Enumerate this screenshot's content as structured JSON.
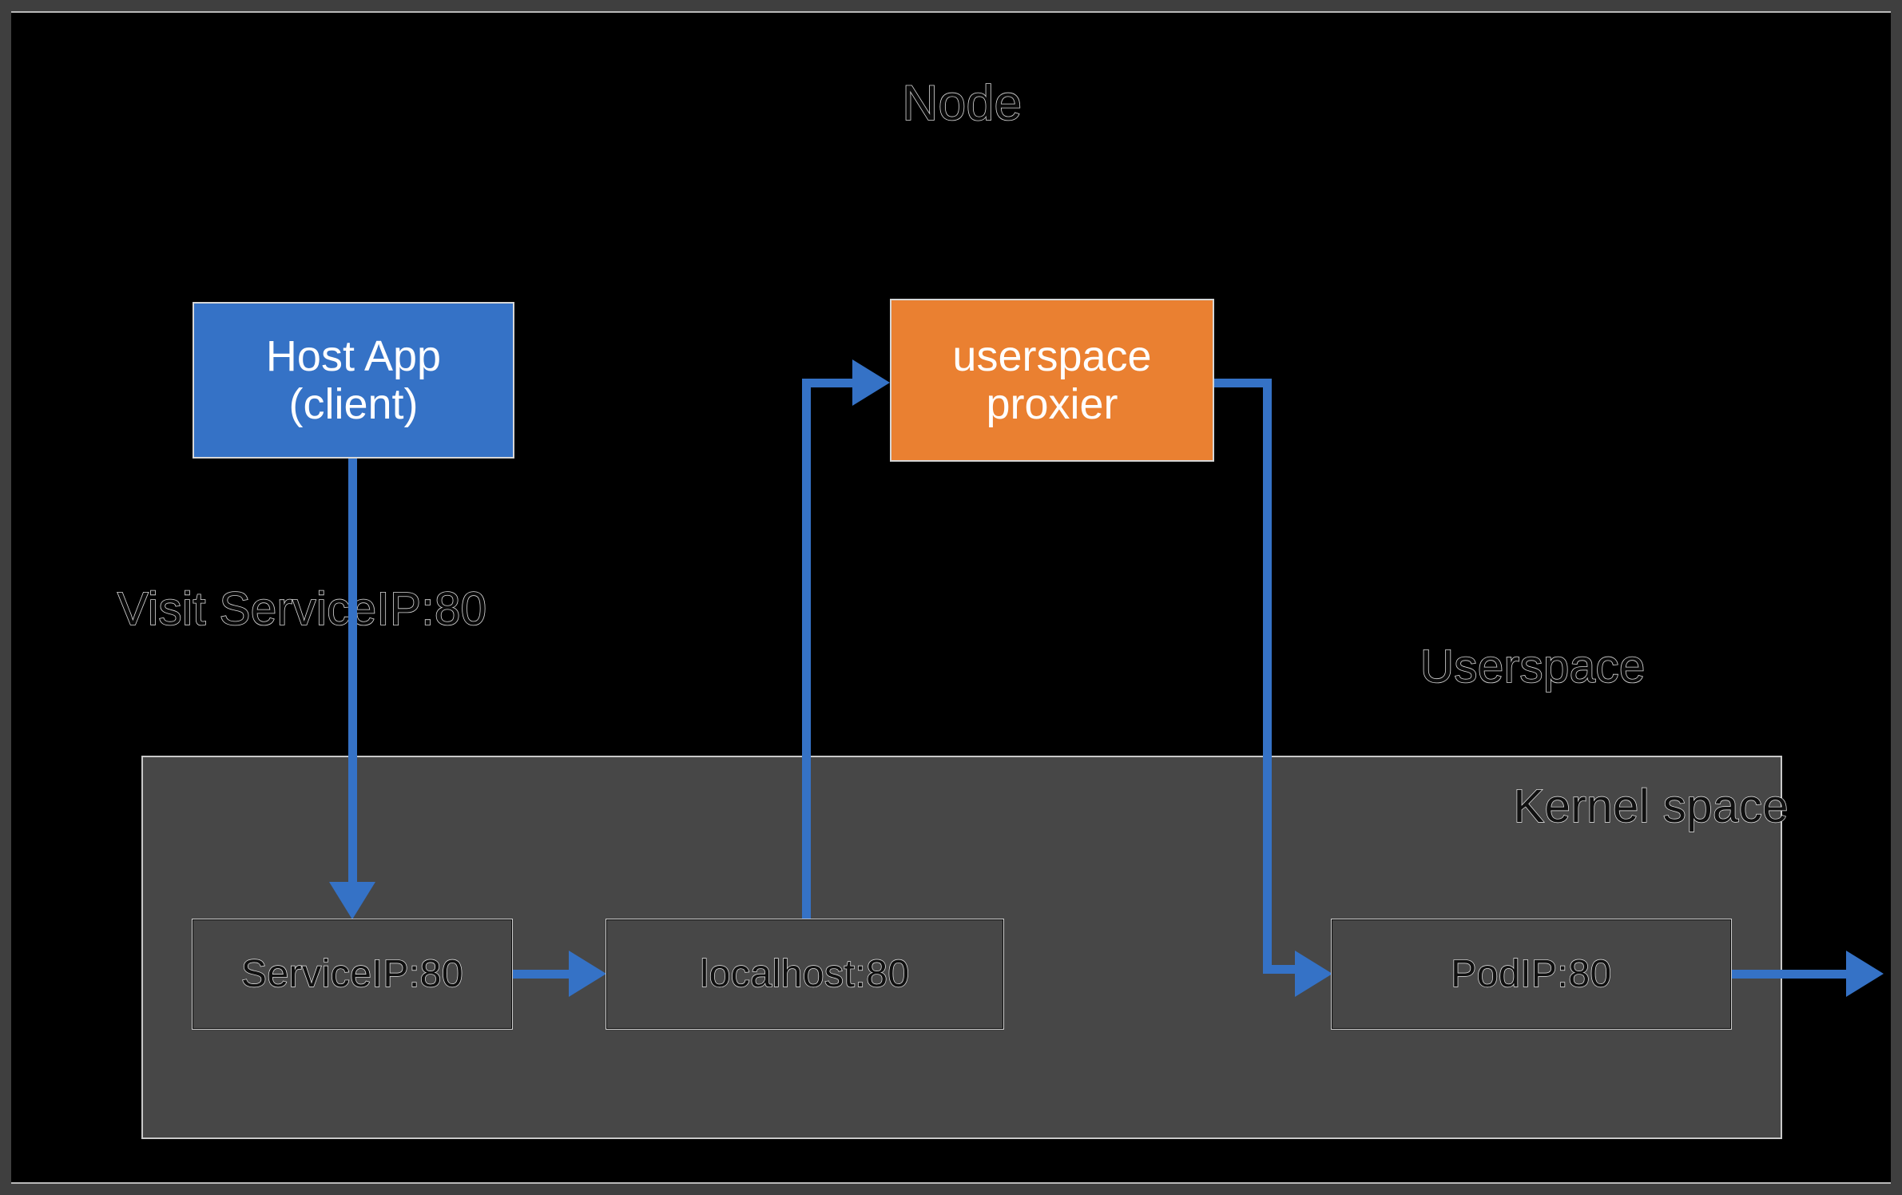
{
  "diagram": {
    "title": "Node",
    "type": "kubernetes-userspace-proxy-mode",
    "labels": {
      "visit": "Visit ServiceIP:80",
      "userspace": "Userspace",
      "kernel_space": "Kernel space"
    },
    "nodes": [
      {
        "id": "host-app",
        "label": "Host App\n(client)",
        "line1": "Host App",
        "line2": "(client)",
        "fill": "#3572c6",
        "zone": "userspace"
      },
      {
        "id": "proxier",
        "label": "userspace\nproxier",
        "line1": "userspace",
        "line2": "proxier",
        "fill": "#ea8031",
        "zone": "userspace"
      },
      {
        "id": "serviceip",
        "label": "ServiceIP:80",
        "fill": "#474747",
        "zone": "kernel"
      },
      {
        "id": "localhost",
        "label": "localhost:80",
        "fill": "#474747",
        "zone": "kernel"
      },
      {
        "id": "podip",
        "label": "PodIP:80",
        "fill": "#474747",
        "zone": "kernel"
      }
    ],
    "edges": [
      {
        "from": "host-app",
        "to": "serviceip",
        "style": "arrow-down"
      },
      {
        "from": "serviceip",
        "to": "localhost",
        "style": "arrow-right"
      },
      {
        "from": "localhost",
        "to": "proxier",
        "style": "arrow-up-right"
      },
      {
        "from": "proxier",
        "to": "podip",
        "style": "arrow-down-right"
      },
      {
        "from": "podip",
        "to": "external",
        "style": "arrow-right"
      }
    ],
    "colors": {
      "slide_background": "#000000",
      "frame": "#3f3f3f",
      "connector": "#3572c6",
      "client_box": "#3572c6",
      "proxier_box": "#ea8031",
      "kernel_box": "#474747",
      "outline_text_stroke": "#d8d8d8"
    }
  }
}
